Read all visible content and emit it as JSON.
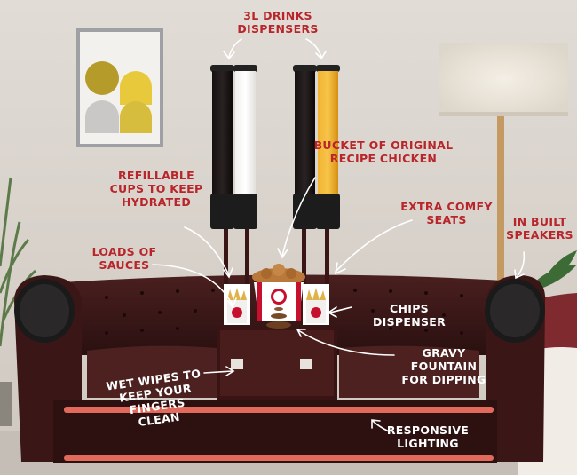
{
  "annotations": {
    "drinks": "3L DRINKS\nDISPENSERS",
    "bucket": "BUCKET OF ORIGINAL\nRECIPE CHICKEN",
    "cups": "REFILLABLE\nCUPS TO KEEP\nHYDRATED",
    "comfy": "EXTRA COMFY\nSEATS",
    "speakers": "IN BUILT\nSPEAKERS",
    "sauces": "LOADS OF\nSAUCES",
    "chips": "CHIPS DISPENSER",
    "gravy": "GRAVY FOUNTAIN\nFOR DIPPING",
    "wipes": "WET WIPES TO\nKEEP YOUR\nFINGERS CLEAN",
    "lighting": "RESPONSIVE\nLIGHTING"
  },
  "colors": {
    "wall": "#dcd6cf",
    "leather": "#3e1a1a",
    "label_red": "#b8262b",
    "led": "#e26a5c",
    "orange_drink": "#e9a21c"
  }
}
